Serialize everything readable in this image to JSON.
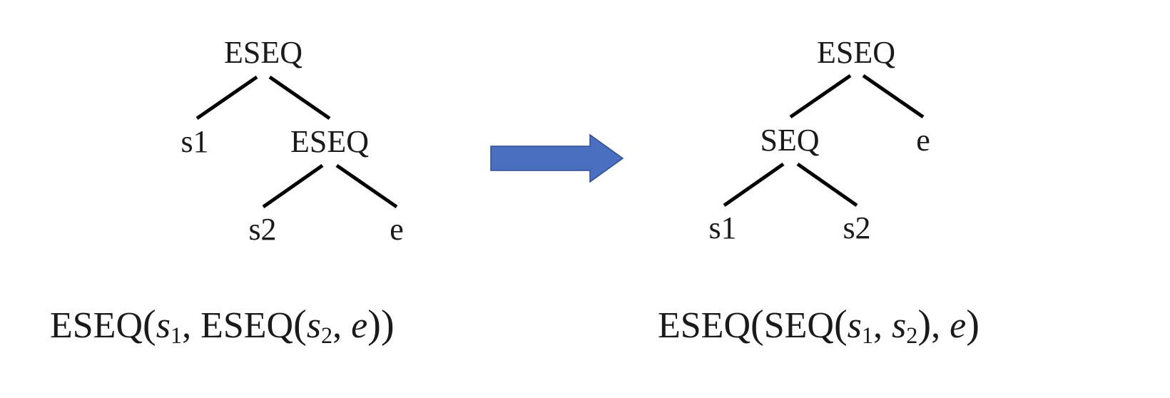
{
  "left_tree": {
    "root": "ESEQ",
    "child_left": "s1",
    "child_right": "ESEQ",
    "grandchild_left": "s2",
    "grandchild_right": "e"
  },
  "right_tree": {
    "root": "ESEQ",
    "child_left": "SEQ",
    "child_right": "e",
    "grandchild_left": "s1",
    "grandchild_right": "s2"
  },
  "left_formula": {
    "op": "ESEQ",
    "s1_var": "s",
    "s1_sub": "1",
    "inner_op": "ESEQ",
    "s2_var": "s",
    "s2_sub": "2",
    "e_var": "e"
  },
  "right_formula": {
    "op": "ESEQ",
    "inner_op": "SEQ",
    "s1_var": "s",
    "s1_sub": "1",
    "s2_var": "s",
    "s2_sub": "2",
    "e_var": "e"
  },
  "colors": {
    "arrow_fill": "#4a6fc1",
    "arrow_stroke": "#2f4f96",
    "edge": "#000000",
    "text": "#1a1a1a"
  }
}
